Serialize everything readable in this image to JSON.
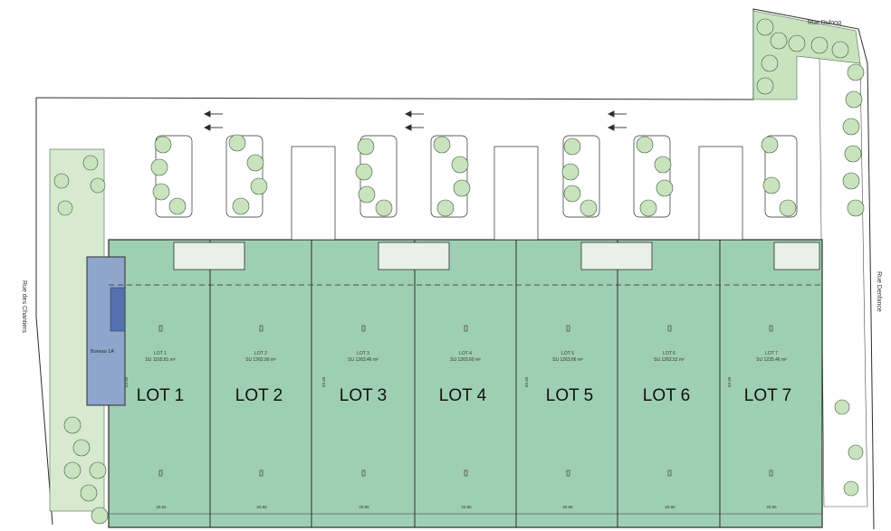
{
  "streets": {
    "north": "Rue Dulong",
    "west": "Rue des Chantiers",
    "east": "Rue Denfance"
  },
  "office": {
    "label": "Bureau 1A"
  },
  "lots": [
    {
      "name": "LOT 1",
      "small_name": "LOT 1",
      "area": "SU 1165.81 m²",
      "width": "20.62"
    },
    {
      "name": "LOT 2",
      "small_name": "LOT 2",
      "area": "SU 1262.90 m²",
      "width": "20.85"
    },
    {
      "name": "LOT 3",
      "small_name": "LOT 3",
      "area": "SU 1263.46 m²",
      "width": "20.85"
    },
    {
      "name": "LOT 4",
      "small_name": "LOT 4",
      "area": "SU 1263.60 m²",
      "width": "20.85"
    },
    {
      "name": "LOT 5",
      "small_name": "LOT 5",
      "area": "SU 1263.66 m²",
      "width": "20.85"
    },
    {
      "name": "LOT 6",
      "small_name": "LOT 6",
      "area": "SU 1262.52 m²",
      "width": "20.85"
    },
    {
      "name": "LOT 7",
      "small_name": "LOT 7",
      "area": "SU 1225.46 m²",
      "width": "20.65"
    }
  ],
  "depth_label": "63.40",
  "colors": {
    "warehouse_fill": "#9fcfb3",
    "office_fill": "#8fa6cc",
    "tree_fill": "#c9e3bf",
    "line": "#2c2c2c"
  }
}
